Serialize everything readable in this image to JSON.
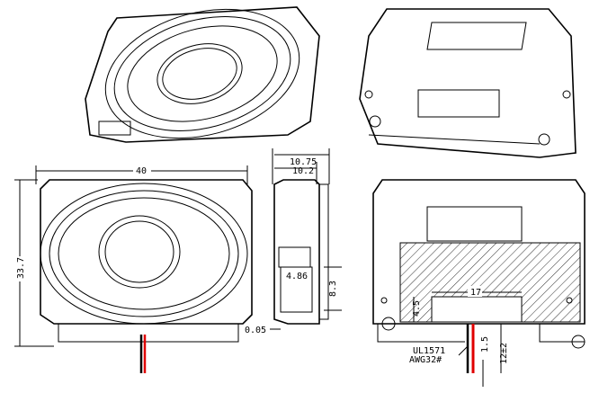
{
  "title": "Speaker technical drawing",
  "colors": {
    "line": "#000000",
    "wire_red": "#e00000",
    "wire_black": "#000000"
  },
  "dimensions": {
    "width": "40",
    "height": "33.7",
    "depth_total": "10.75",
    "depth_body": "10.2",
    "inner": "4.86",
    "side_height": "8.3",
    "gap": "0.05",
    "window": "17",
    "window_height": "4.5",
    "wire_strip": "1.5",
    "wire_length": "12±2"
  },
  "wire_spec": {
    "line1": "UL1571",
    "line2": "AWG32#"
  }
}
